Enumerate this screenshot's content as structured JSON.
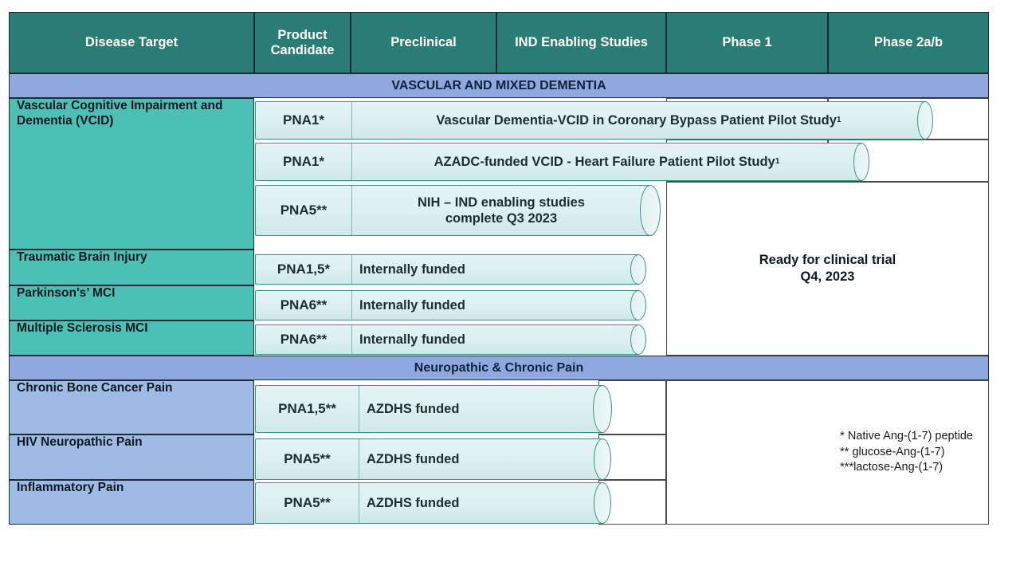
{
  "table": {
    "headers": [
      {
        "label": "Disease Target"
      },
      {
        "label": "Product Candidate"
      },
      {
        "label": "Preclinical"
      },
      {
        "label": "IND Enabling Studies"
      },
      {
        "label": "Phase 1"
      },
      {
        "label": "Phase 2a/b"
      }
    ],
    "sections": [
      {
        "id": "vascular",
        "banner": "VASCULAR AND MIXED DEMENTIA",
        "rows": [
          {
            "disease": "Vascular Cognitive Impairment and Dementia (VCID)",
            "product": "PNA1*",
            "preclinical": "Vascular Dementia-VCID in Coronary Bypass Patient Pilot Study",
            "preclinical_sup": "1"
          },
          {
            "disease": "",
            "product": "PNA1*",
            "preclinical": "AZADC-funded VCID -  Heart Failure Patient Pilot Study",
            "preclinical_sup": "1"
          },
          {
            "disease": "",
            "product": "PNA5**",
            "preclinical": "NIH – IND enabling studies",
            "preclinical_line2": "complete Q3 2023",
            "preclinical_sup": ""
          },
          {
            "disease": "Traumatic Brain Injury",
            "product": "PNA1,5*",
            "preclinical": "Internally funded",
            "preclinical_sup": ""
          },
          {
            "disease": "Parkinson's’ MCI",
            "product": "PNA6**",
            "preclinical": "Internally funded",
            "preclinical_sup": ""
          },
          {
            "disease": "Multiple Sclerosis MCI",
            "product": "PNA6**",
            "preclinical": "Internally funded",
            "preclinical_sup": ""
          }
        ],
        "phase1_note_line1": "Ready for clinical trial",
        "phase1_note_line2": "Q4, 2023"
      },
      {
        "id": "pain",
        "banner": "Neuropathic & Chronic Pain",
        "rows": [
          {
            "disease": "Chronic Bone Cancer Pain",
            "product": "PNA1,5**",
            "preclinical": "AZDHS funded",
            "preclinical_sup": ""
          },
          {
            "disease": "HIV Neuropathic Pain",
            "product": "PNA5**",
            "preclinical": "AZDHS funded",
            "preclinical_sup": ""
          },
          {
            "disease": "Inflammatory Pain",
            "product": "PNA5**",
            "preclinical": "AZDHS funded",
            "preclinical_sup": ""
          }
        ]
      }
    ],
    "footnotes": [
      "* Native Ang-(1-7) peptide",
      "** glucose-Ang-(1-7)",
      "***lactose-Ang-(1-7)"
    ]
  },
  "colors": {
    "header_bg": "#2A7D74",
    "banner_bg": "#8FA8DE",
    "disease_teal": "#4CC0B4",
    "disease_blue": "#9DBBE4",
    "bar_fill": "#DDF1F0",
    "bar_stroke": "#3E8F89",
    "grid_line": "#1D2B36"
  }
}
